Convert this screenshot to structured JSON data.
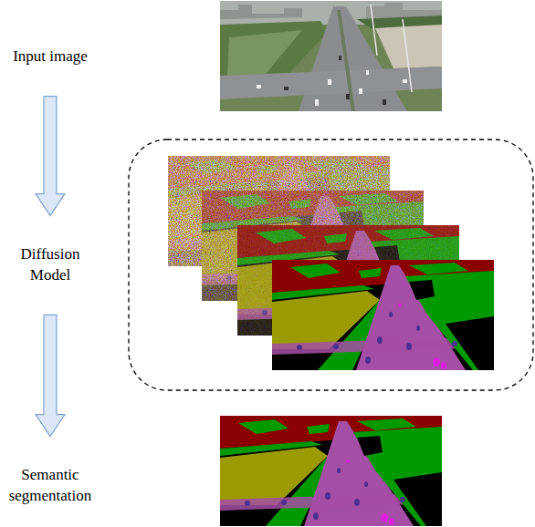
{
  "diagram": {
    "nodes": [
      {
        "text": [
          "Input image"
        ]
      },
      {
        "text": [
          "Diffusion Model"
        ]
      },
      {
        "text": [
          "Semantic segmentation"
        ]
      }
    ],
    "edges": [
      {
        "from": 0,
        "to": 1,
        "arrow": "to"
      },
      {
        "from": 1,
        "to": 2,
        "arrow": "to"
      }
    ]
  }
}
